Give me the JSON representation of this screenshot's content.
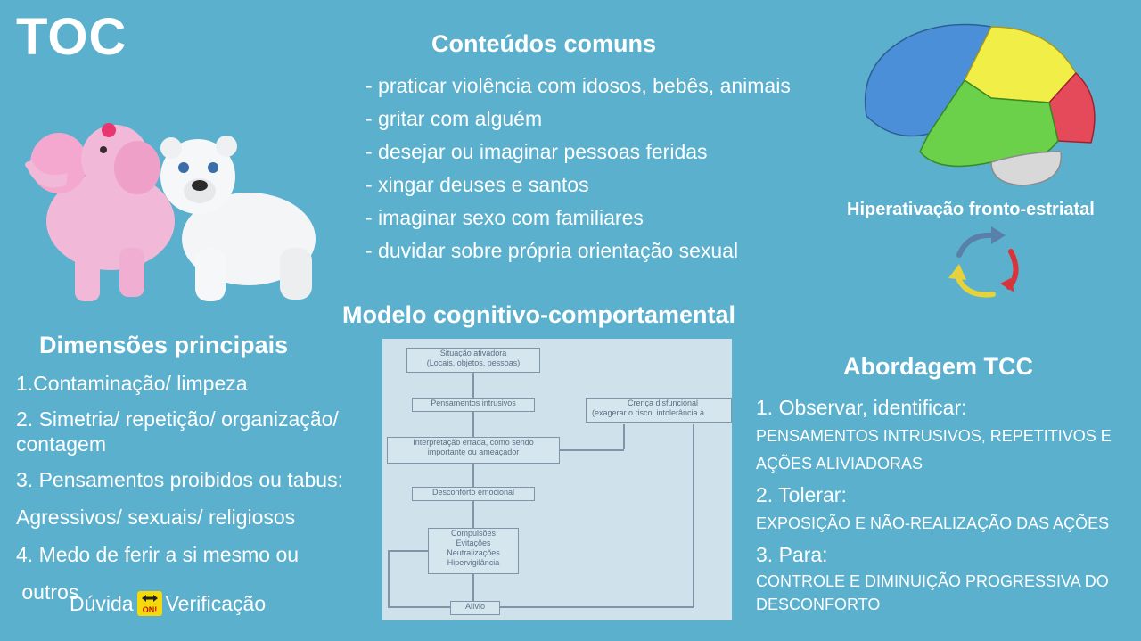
{
  "title": "TOC",
  "contents": {
    "heading": "Conteúdos comuns",
    "items": [
      "- praticar violência com idosos, bebês, animais",
      "- gritar com alguém",
      "- desejar ou imaginar pessoas feridas",
      "- xingar deuses e santos",
      "- imaginar sexo com familiares",
      "- duvidar sobre própria orientação sexual"
    ]
  },
  "brain_caption": "Hiperativação fronto-estriatal",
  "model": {
    "heading": "Modelo cognitivo-comportamental",
    "boxes": {
      "b1a": "Situação ativadora",
      "b1b": "(Locais, objetos, pessoas)",
      "b2": "Pensamentos intrusivos",
      "b3a": "Interpretação errada, como sendo",
      "b3b": "importante ou ameaçador",
      "b4": "Desconforto emocional",
      "b5a": "Compulsões",
      "b5b": "Evitações",
      "b5c": "Neutralizações",
      "b5d": "Hipervigilância",
      "b6": "Alívio",
      "b7a": "Crença disfuncional",
      "b7b": "(exagerar o risco, intolerância à"
    }
  },
  "dimensions": {
    "heading": "Dimensões principais",
    "items": [
      "1.Contaminação/ limpeza",
      "2. Simetria/ repetição/ organização/ contagem",
      "3. Pensamentos proibidos ou tabus:",
      "Agressivos/ sexuais/ religiosos",
      "4. Medo de ferir a si mesmo ou",
      " outros"
    ],
    "doubt": "Dúvida",
    "on_label": "ON!",
    "verification": "Verificação"
  },
  "tcc": {
    "heading": "Abordagem TCC",
    "steps": [
      {
        "title": "1. Observar, identificar:",
        "desc": "PENSAMENTOS INTRUSIVOS, REPETITIVOS E AÇÕES ALIVIADORAS"
      },
      {
        "title": "2. Tolerar:",
        "desc": "EXPOSIÇÃO E NÃO-REALIZAÇÃO DAS AÇÕES"
      },
      {
        "title": "3. Para:",
        "desc": "CONTROLE E DIMINUIÇÃO PROGRESSIVA DO DESCONFORTO"
      }
    ]
  },
  "colors": {
    "background": "#5bb0cd",
    "text": "#ffffff",
    "cycle_arrows": [
      "#5a7fa8",
      "#d9343a",
      "#e6d23a"
    ]
  }
}
